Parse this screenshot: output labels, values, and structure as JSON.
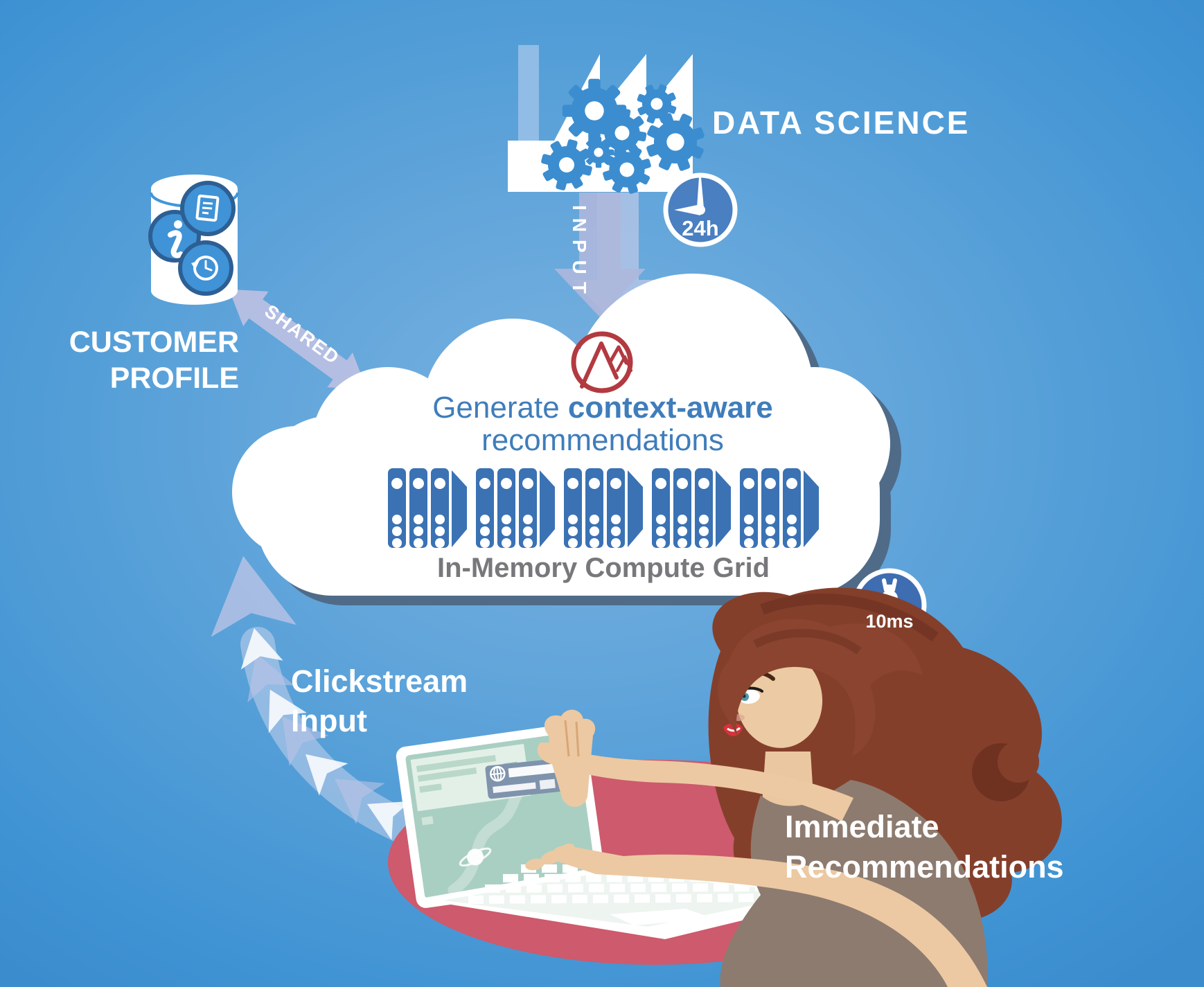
{
  "data_science": {
    "label": "DATA SCIENCE",
    "input_arrow_label": "INPUT",
    "refresh_badge": "24h"
  },
  "customer_profile": {
    "label_line1": "CUSTOMER",
    "label_line2": "PROFILE",
    "shared_arrow_label": "SHARED"
  },
  "cloud": {
    "headline_prefix": "Generate ",
    "headline_emphasis": "context-aware",
    "headline_line2": "recommendations",
    "caption": "In-Memory Compute Grid",
    "latency_badge": "10ms",
    "server_cluster_count": 5
  },
  "clickstream": {
    "label_line1": "Clickstream",
    "label_line2": "Input"
  },
  "recommendations": {
    "label_line1": "Immediate",
    "label_line2": "Recommendations"
  },
  "colors": {
    "gear_blue": "#3b8dd0",
    "server_blue": "#3a72b4",
    "badge_blue": "#4a7fc1",
    "latency_badge_blue": "#3f6db2",
    "arrow_lavender": "#b3bbdf",
    "cloud_shadow": "#4f6b88",
    "logo_red": "#b23a40",
    "headline_blue": "#3f7dbb",
    "caption_gray": "#77787b",
    "table_pink": "#cd5a6d",
    "background_center": "#7ab2e0",
    "background_edge": "#3f93d3"
  }
}
